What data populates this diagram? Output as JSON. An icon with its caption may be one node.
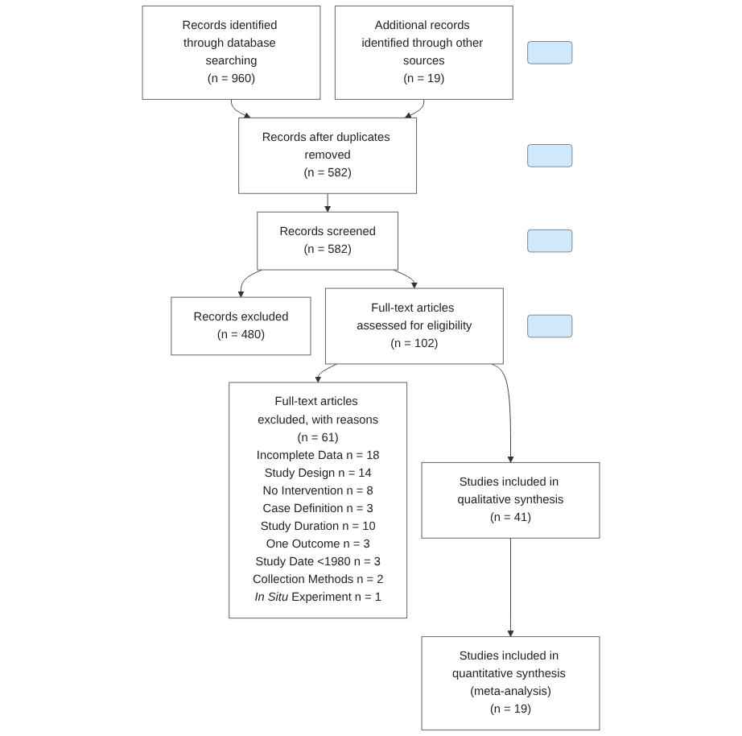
{
  "diagram": {
    "nodes": [
      {
        "text": [
          "Records identified through database searching",
          "(n = 960)"
        ]
      },
      {
        "text": [
          "Additional records identified through other sources",
          "(n = 19)"
        ]
      },
      {
        "text": [
          "Records after duplicates removed",
          "(n = 582)"
        ]
      },
      {
        "text": [
          "Records screened",
          "(n = 582)"
        ]
      },
      {
        "text": [
          "Records excluded",
          "(n = 480)"
        ]
      },
      {
        "text": [
          "Full-text articles assessed for eligibility",
          "(n = 102)"
        ]
      },
      {
        "text": [
          "Full-text articles excluded, with reasons",
          "(n = 61)",
          "Incomplete Data n = 18",
          "Study Design n = 14",
          "No Intervention n = 8",
          "Case Definition n = 3",
          "Study Duration n = 10",
          "One Outcome n = 3",
          "Study Date <1980 n = 3",
          "Collection Methods n = 2",
          "*In Situ* Experiment n = 1"
        ]
      },
      {
        "text": [
          "Studies included in qualitative synthesis",
          "(n = 41)"
        ]
      },
      {
        "text": [
          "Studies included in quantitative synthesis (meta-analysis)",
          "(n = 19)"
        ]
      },
      {
        "text": [],
        "shape": "box"
      },
      {
        "text": [],
        "shape": "box"
      },
      {
        "text": [],
        "shape": "box"
      },
      {
        "text": [],
        "shape": "box"
      }
    ],
    "edges": [
      {
        "from": 0,
        "to": 2,
        "arrow": "to"
      },
      {
        "from": 1,
        "to": 2,
        "arrow": "to"
      },
      {
        "from": 2,
        "to": 3,
        "arrow": "to"
      },
      {
        "from": 3,
        "to": 4,
        "arrow": "to"
      },
      {
        "from": 3,
        "to": 5,
        "arrow": "to"
      },
      {
        "from": 5,
        "to": 6,
        "arrow": "to"
      },
      {
        "from": 5,
        "to": 7,
        "arrow": "to"
      },
      {
        "from": 7,
        "to": 8,
        "arrow": "to"
      }
    ]
  }
}
